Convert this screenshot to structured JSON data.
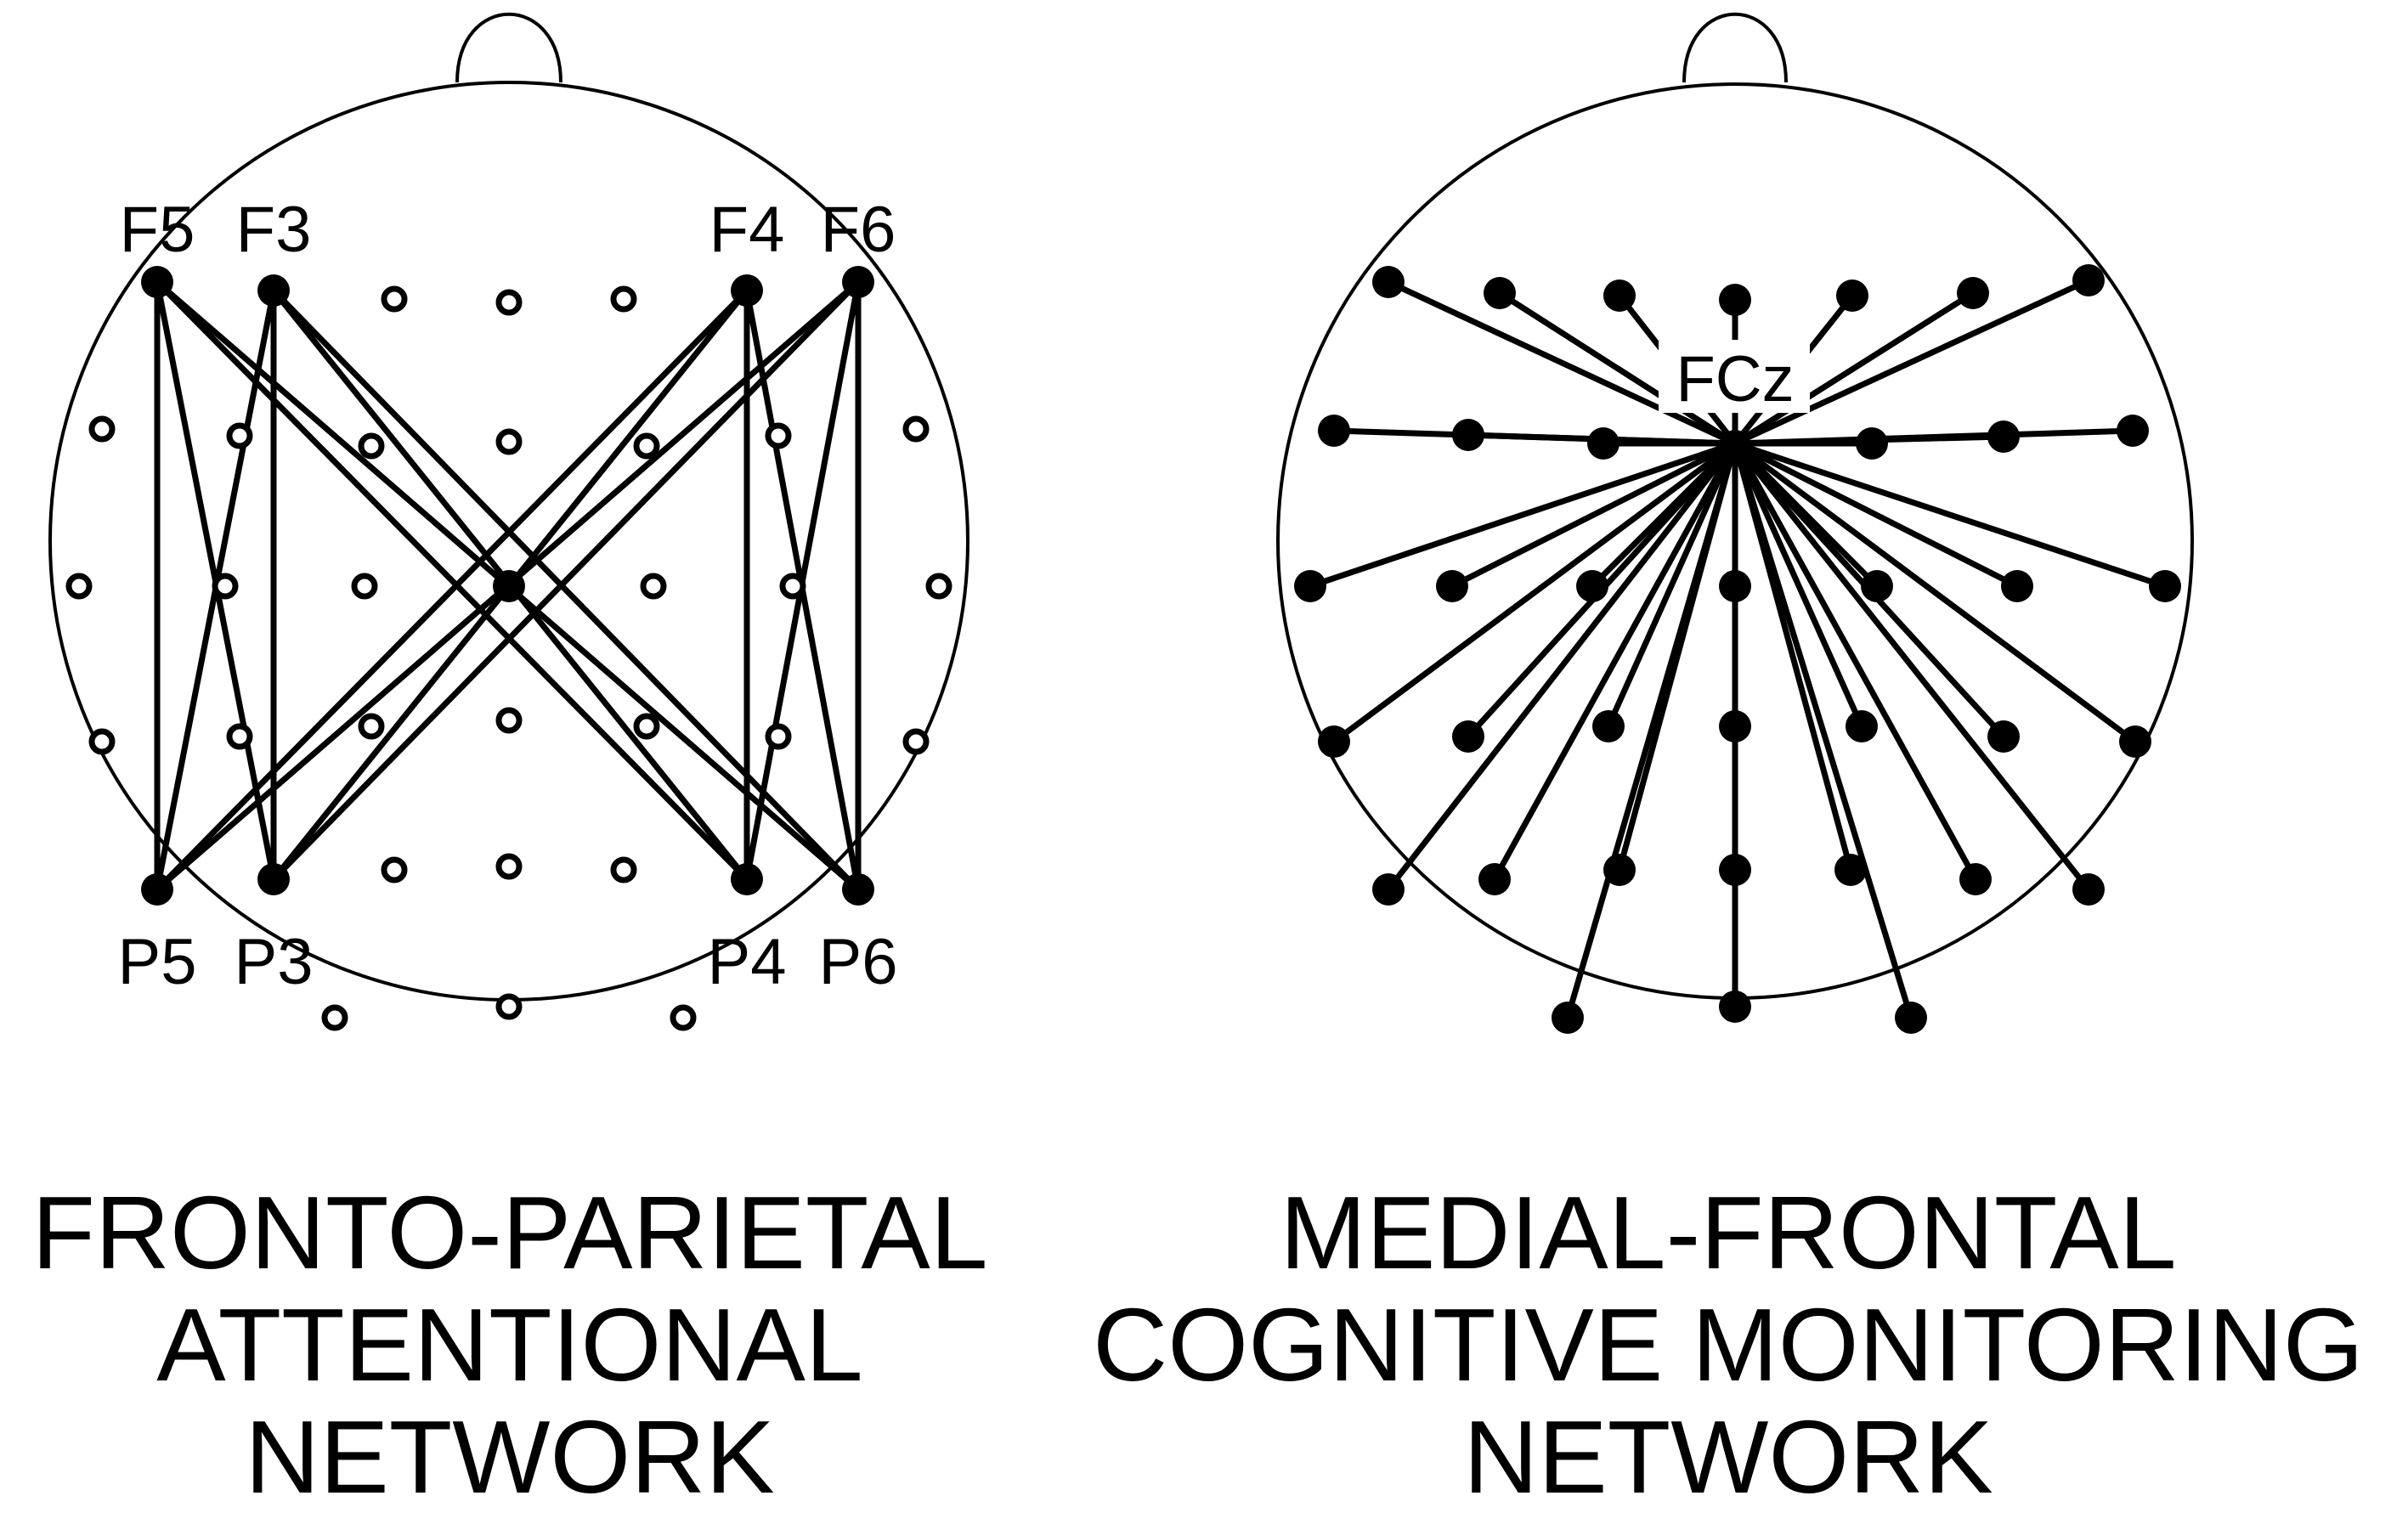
{
  "panels": [
    {
      "id": "fronto-parietal",
      "caption_lines": [
        "FRONTO-PARIETAL",
        "ATTENTIONAL",
        "NETWORK"
      ],
      "electrode_labels": [
        "F5",
        "F3",
        "F4",
        "F6",
        "P5",
        "P3",
        "P4",
        "P6"
      ],
      "hub_label": ""
    },
    {
      "id": "medial-frontal",
      "caption_lines": [
        "MEDIAL-FRONTAL",
        "COGNITIVE MONITORING",
        "NETWORK"
      ],
      "electrode_labels": [],
      "hub_label": "FCz"
    }
  ],
  "colors": {
    "ink": "#000000",
    "background": "#ffffff"
  }
}
